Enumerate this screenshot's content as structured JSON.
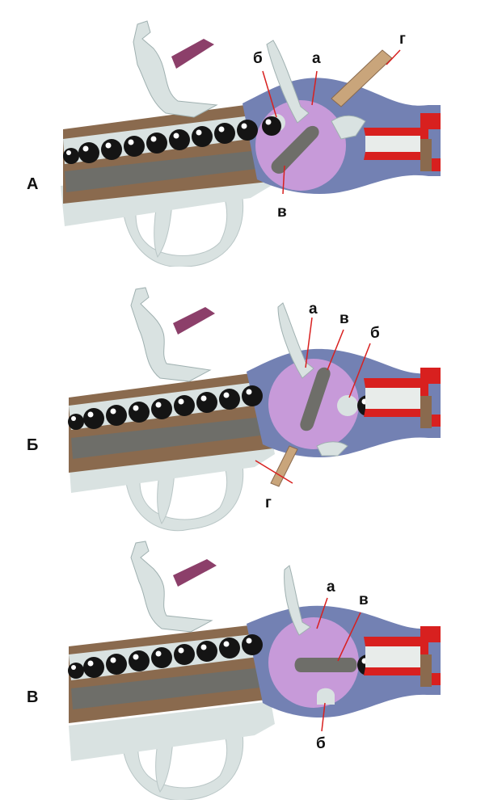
{
  "panels": [
    {
      "label": "А",
      "callouts": {
        "a": "а",
        "b": "б",
        "v": "в",
        "g": "г"
      }
    },
    {
      "label": "Б",
      "callouts": {
        "a": "а",
        "b": "б",
        "v": "в",
        "g": "г"
      }
    },
    {
      "label": "В",
      "callouts": {
        "a": "а",
        "b": "б",
        "v": "в"
      }
    }
  ],
  "colors": {
    "stock": "#8a6a4e",
    "mechanism": "#d9e2e1",
    "lock_body": "#7381b3",
    "rotor": "#c79ad9",
    "dark_metal": "#6e6e69",
    "powder_charge": "#8c3f6a",
    "barrel_red": "#d8201f",
    "rod": "#c9a57b",
    "ball": "#141414"
  }
}
